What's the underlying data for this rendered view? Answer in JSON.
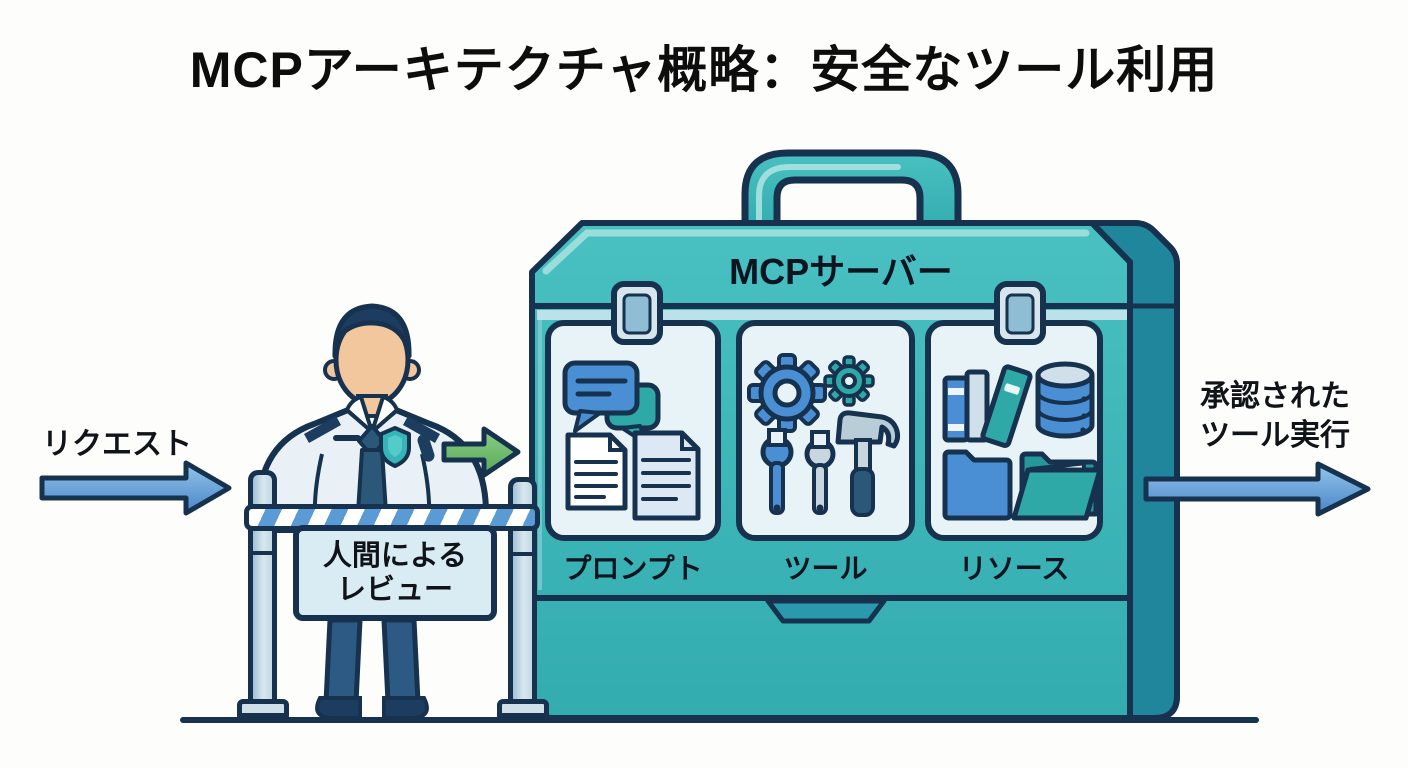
{
  "title": "MCPアーキテクチャ概略：安全なツール利用",
  "flow": {
    "request_label": "リクエスト",
    "approved_line1": "承認された",
    "approved_line2": "ツール実行"
  },
  "review_sign": {
    "line1": "人間による",
    "line2": "レビュー"
  },
  "server": {
    "title": "MCPサーバー",
    "panels": [
      {
        "label": "プロンプト",
        "icon": "chat-bubbles-and-documents"
      },
      {
        "label": "ツール",
        "icon": "gears-wrenches-hammer"
      },
      {
        "label": "リソース",
        "icon": "books-database-folders"
      }
    ]
  },
  "figures": {
    "guard": "security-guard-with-badge",
    "barrier": "striped-checkpoint-barrier"
  },
  "colors": {
    "toolbox_teal": "#3ab5b7",
    "toolbox_side": "#1f869b",
    "outline_navy": "#16324f",
    "panel_bg": "#e8f3f8",
    "arrow_blue": "#5b9bd5",
    "arrow_green": "#6abf69",
    "sign_bg": "#d9ecf4",
    "icon_blue": "#4a8fd4",
    "icon_teal": "#2fa8a8"
  }
}
